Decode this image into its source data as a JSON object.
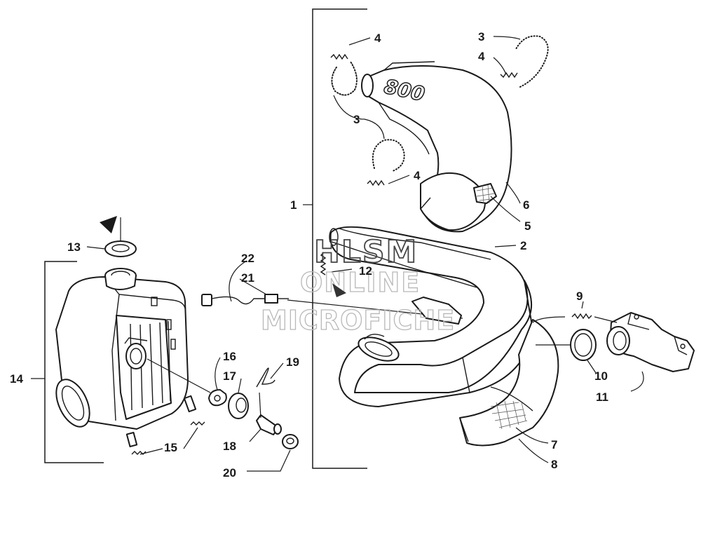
{
  "callouts": [
    {
      "id": "c1",
      "text": "1"
    },
    {
      "id": "c2",
      "text": "2"
    },
    {
      "id": "c3a",
      "text": "3"
    },
    {
      "id": "c3b",
      "text": "3"
    },
    {
      "id": "c4a",
      "text": "4"
    },
    {
      "id": "c4b",
      "text": "4"
    },
    {
      "id": "c4c",
      "text": "4"
    },
    {
      "id": "c5",
      "text": "5"
    },
    {
      "id": "c6",
      "text": "6"
    },
    {
      "id": "c7",
      "text": "7"
    },
    {
      "id": "c8",
      "text": "8"
    },
    {
      "id": "c9",
      "text": "9"
    },
    {
      "id": "c10",
      "text": "10"
    },
    {
      "id": "c11",
      "text": "11"
    },
    {
      "id": "c12",
      "text": "12"
    },
    {
      "id": "c13",
      "text": "13"
    },
    {
      "id": "c14",
      "text": "14"
    },
    {
      "id": "c15",
      "text": "15"
    },
    {
      "id": "c16",
      "text": "16"
    },
    {
      "id": "c17",
      "text": "17"
    },
    {
      "id": "c18",
      "text": "18"
    },
    {
      "id": "c19",
      "text": "19"
    },
    {
      "id": "c20",
      "text": "20"
    },
    {
      "id": "c21",
      "text": "21"
    },
    {
      "id": "c22",
      "text": "22"
    }
  ],
  "logo_text": "800",
  "watermark": {
    "line1": "HLSM",
    "line2": "ONLINE",
    "line3": "MICROFICHE"
  },
  "colors": {
    "ink": "#1a1a1a",
    "watermark": "#b8b8b8",
    "background": "#ffffff"
  }
}
